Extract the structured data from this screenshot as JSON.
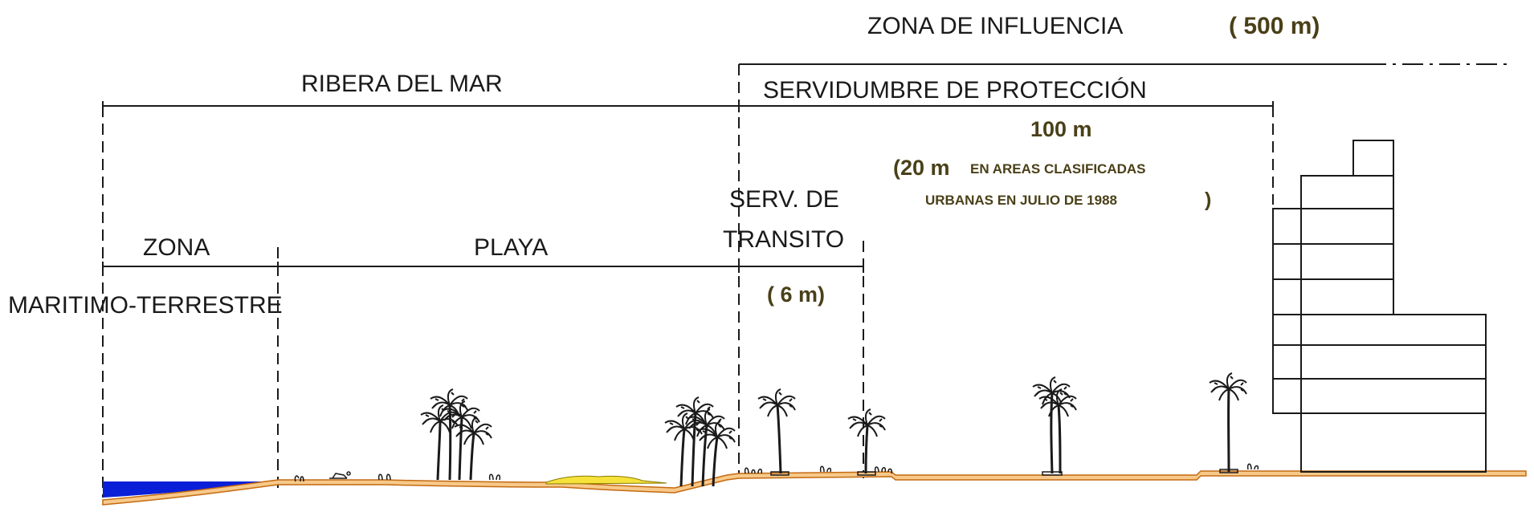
{
  "labels": {
    "zona_influencia": "ZONA DE INFLUENCIA",
    "zona_influencia_dist": "( 500 m)",
    "ribera_del_mar": "RIBERA DEL MAR",
    "servidumbre_proteccion": "SERVIDUMBRE DE PROTECCIÓN",
    "proteccion_dist": "100 m",
    "proteccion_note_dist": "(20 m",
    "proteccion_note_line1": "EN AREAS CLASIFICADAS",
    "proteccion_note_line2": "URBANAS EN JULIO DE 1988",
    "proteccion_note_close": ")",
    "serv_transito_line1": "SERV. DE",
    "serv_transito_line2": "TRANSITO",
    "serv_transito_dist": "( 6 m)",
    "zona_line1": "ZONA",
    "zona_line2": "MARITIMO-TERRESTRE",
    "playa": "PLAYA"
  },
  "colors": {
    "line": "#1a1a1a",
    "dimension_text": "#4a4018",
    "sea": "#0a1fd8",
    "ground_fill": "#f7c98a",
    "ground_outline": "#c46a12",
    "dune": "#f5e23a"
  }
}
